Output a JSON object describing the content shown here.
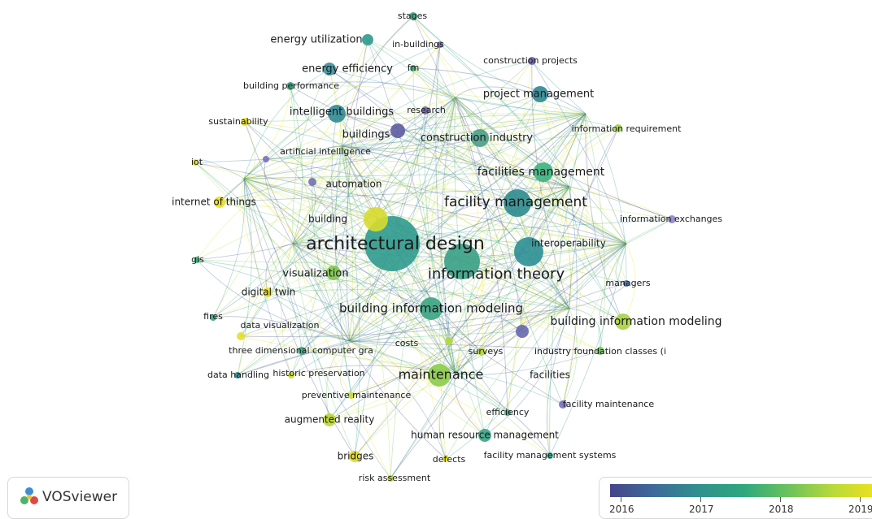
{
  "app": {
    "name": "VOSviewer"
  },
  "legend": {
    "years": [
      "2016",
      "2017",
      "2018",
      "2019"
    ],
    "gradient": [
      "#45458a",
      "#3e6b9a",
      "#30908e",
      "#2ea87d",
      "#6cc45a",
      "#b9d93a",
      "#f0e21c"
    ]
  },
  "nodes": [
    {
      "label": "architectural design",
      "color": "#2f9a8d"
    },
    {
      "label": "information theory",
      "color": "#37a085"
    },
    {
      "label": "facility management",
      "color": "#2c8b8e"
    },
    {
      "label": "building information modeling",
      "color": "#3aa483"
    },
    {
      "label": "maintenance",
      "color": "#8bcc4a"
    },
    {
      "label": "facilities management",
      "color": "#3db37d"
    },
    {
      "label": "construction industry",
      "color": "#4a9e8a"
    },
    {
      "label": "project management",
      "color": "#2e8692"
    },
    {
      "label": "intelligent buildings",
      "color": "#2f8a95"
    },
    {
      "label": "buildings",
      "color": "#5d5ca0"
    },
    {
      "label": "energy utilization",
      "color": "#2e9a8d"
    },
    {
      "label": "energy efficiency",
      "color": "#3a92a0"
    },
    {
      "label": "building information modeling",
      "color": "#a9d33f"
    },
    {
      "label": "visualization",
      "color": "#7fc64f"
    },
    {
      "label": "automation",
      "color": "#7171b8"
    },
    {
      "label": "building",
      "color": "#d8dc2e"
    },
    {
      "label": "interoperability",
      "color": "#2c8f93"
    },
    {
      "label": "human resource management",
      "color": "#37a587"
    },
    {
      "label": "augmented reality",
      "color": "#bcd634"
    },
    {
      "label": "bridges",
      "color": "#e0d825"
    },
    {
      "label": "facilities",
      "color": "#6666b0"
    },
    {
      "label": "digital twin",
      "color": "#e9df22"
    },
    {
      "label": "stages",
      "color": "#3aa486"
    },
    {
      "label": "in-buildings",
      "color": "#7b6fc0"
    },
    {
      "label": "construction projects",
      "color": "#6f61b0"
    },
    {
      "label": "fm",
      "color": "#40ab80"
    },
    {
      "label": "building performance",
      "color": "#3aa486"
    },
    {
      "label": "research",
      "color": "#6f61b0"
    },
    {
      "label": "sustainability",
      "color": "#e7de21"
    },
    {
      "label": "artificial intelligence",
      "color": "#7b6fc0"
    },
    {
      "label": "information requirement",
      "color": "#9fd23e"
    },
    {
      "label": "iot",
      "color": "#ede11c"
    },
    {
      "label": "internet of things",
      "color": "#e9df22"
    },
    {
      "label": "information exchanges",
      "color": "#8a86c8"
    },
    {
      "label": "gis",
      "color": "#3db37d"
    },
    {
      "label": "managers",
      "color": "#4a6fb0"
    },
    {
      "label": "fires",
      "color": "#3aa486"
    },
    {
      "label": "data visualization",
      "color": "#e9df22"
    },
    {
      "label": "three dimensional computer gra",
      "color": "#3aa486"
    },
    {
      "label": "costs",
      "color": "#b5d63a"
    },
    {
      "label": "surveys",
      "color": "#b5d63a"
    },
    {
      "label": "industry foundation classes (i",
      "color": "#6fc35a"
    },
    {
      "label": "data handling",
      "color": "#2c8f93"
    },
    {
      "label": "historic preservation",
      "color": "#c8d82e"
    },
    {
      "label": "preventive maintenance",
      "color": "#c8d82e"
    },
    {
      "label": "facility maintenance",
      "color": "#7b6fc0"
    },
    {
      "label": "efficiency",
      "color": "#3aa486"
    },
    {
      "label": "defects",
      "color": "#e9df22"
    },
    {
      "label": "facility management systems",
      "color": "#3aa486"
    },
    {
      "label": "risk assessment",
      "color": "#b5d63a"
    }
  ]
}
